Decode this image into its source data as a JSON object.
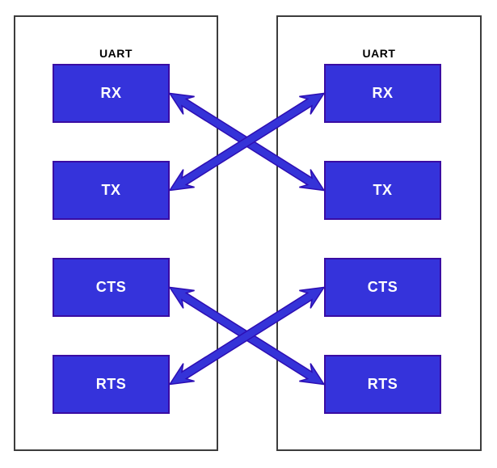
{
  "panels": [
    {
      "id": "left",
      "title": "UART",
      "ports": [
        "RX",
        "TX",
        "CTS",
        "RTS"
      ]
    },
    {
      "id": "right",
      "title": "UART",
      "ports": [
        "RX",
        "TX",
        "CTS",
        "RTS"
      ]
    }
  ],
  "connections": [
    {
      "from": "left.RX",
      "to": "right.TX",
      "bidirectional": true
    },
    {
      "from": "left.TX",
      "to": "right.RX",
      "bidirectional": true
    },
    {
      "from": "left.CTS",
      "to": "right.RTS",
      "bidirectional": true
    },
    {
      "from": "left.RTS",
      "to": "right.CTS",
      "bidirectional": true
    }
  ],
  "colors": {
    "background": "#ffffff",
    "panel_border": "#3c3c3c",
    "title_text": "#000000",
    "box_fill": "#3533db",
    "box_border": "#3a0ca3",
    "box_text": "#ffffff",
    "arrow_fill": "#3533d8",
    "arrow_outline": "#2d0eb3"
  }
}
